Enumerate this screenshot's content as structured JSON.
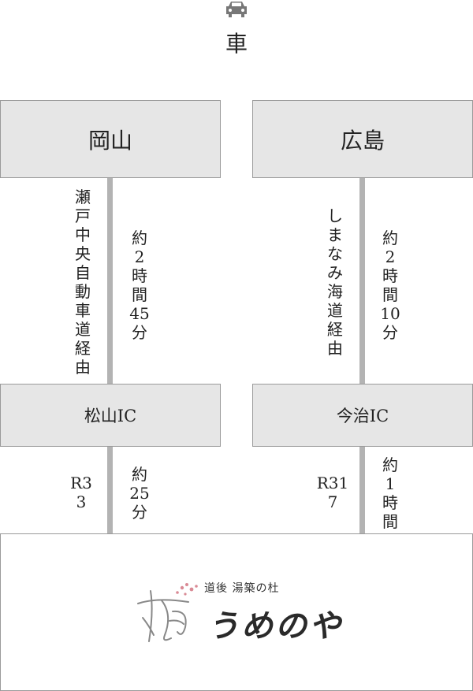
{
  "header": {
    "icon": "car-icon",
    "mode_label": "車"
  },
  "routes": [
    {
      "start": "岡山",
      "via": "瀬戸中央自動車道経由",
      "time1": "約2時間45分",
      "ic": "松山IC",
      "road": "R33",
      "time2": "約25分"
    },
    {
      "start": "広島",
      "via": "しまなみ海道経由",
      "time1": "約2時間10分",
      "ic": "今治IC",
      "road": "R317",
      "time2": "約1時間"
    }
  ],
  "destination": {
    "subtitle": "道後 湯築の杜",
    "name": "うめのや",
    "logo_icon": "umenoya-logo-icon"
  },
  "colors": {
    "box_bg": "#e6e6e6",
    "border": "#9a9a9a",
    "line": "#b3b3b3",
    "blossom": "#d98a95"
  }
}
